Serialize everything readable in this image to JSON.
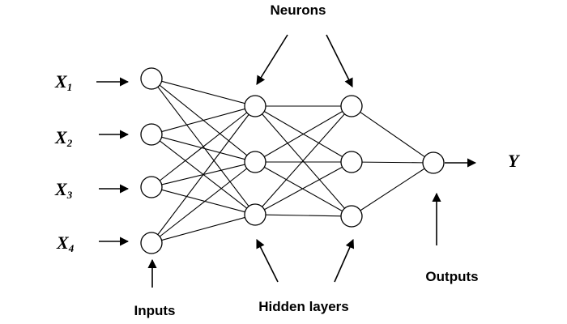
{
  "diagram": {
    "title_labels": {
      "neurons": "Neurons",
      "hidden_layers": "Hidden layers",
      "inputs": "Inputs",
      "outputs": "Outputs"
    },
    "input_variables": [
      {
        "name": "X",
        "sub": "1"
      },
      {
        "name": "X",
        "sub": "2"
      },
      {
        "name": "X",
        "sub": "3"
      },
      {
        "name": "X",
        "sub": "4"
      }
    ],
    "output_variable": "Y",
    "layers": [
      {
        "name": "input",
        "nodes": 4
      },
      {
        "name": "hidden-1",
        "nodes": 3
      },
      {
        "name": "hidden-2",
        "nodes": 3
      },
      {
        "name": "output",
        "nodes": 1
      }
    ],
    "connectivity": "fully-connected"
  }
}
